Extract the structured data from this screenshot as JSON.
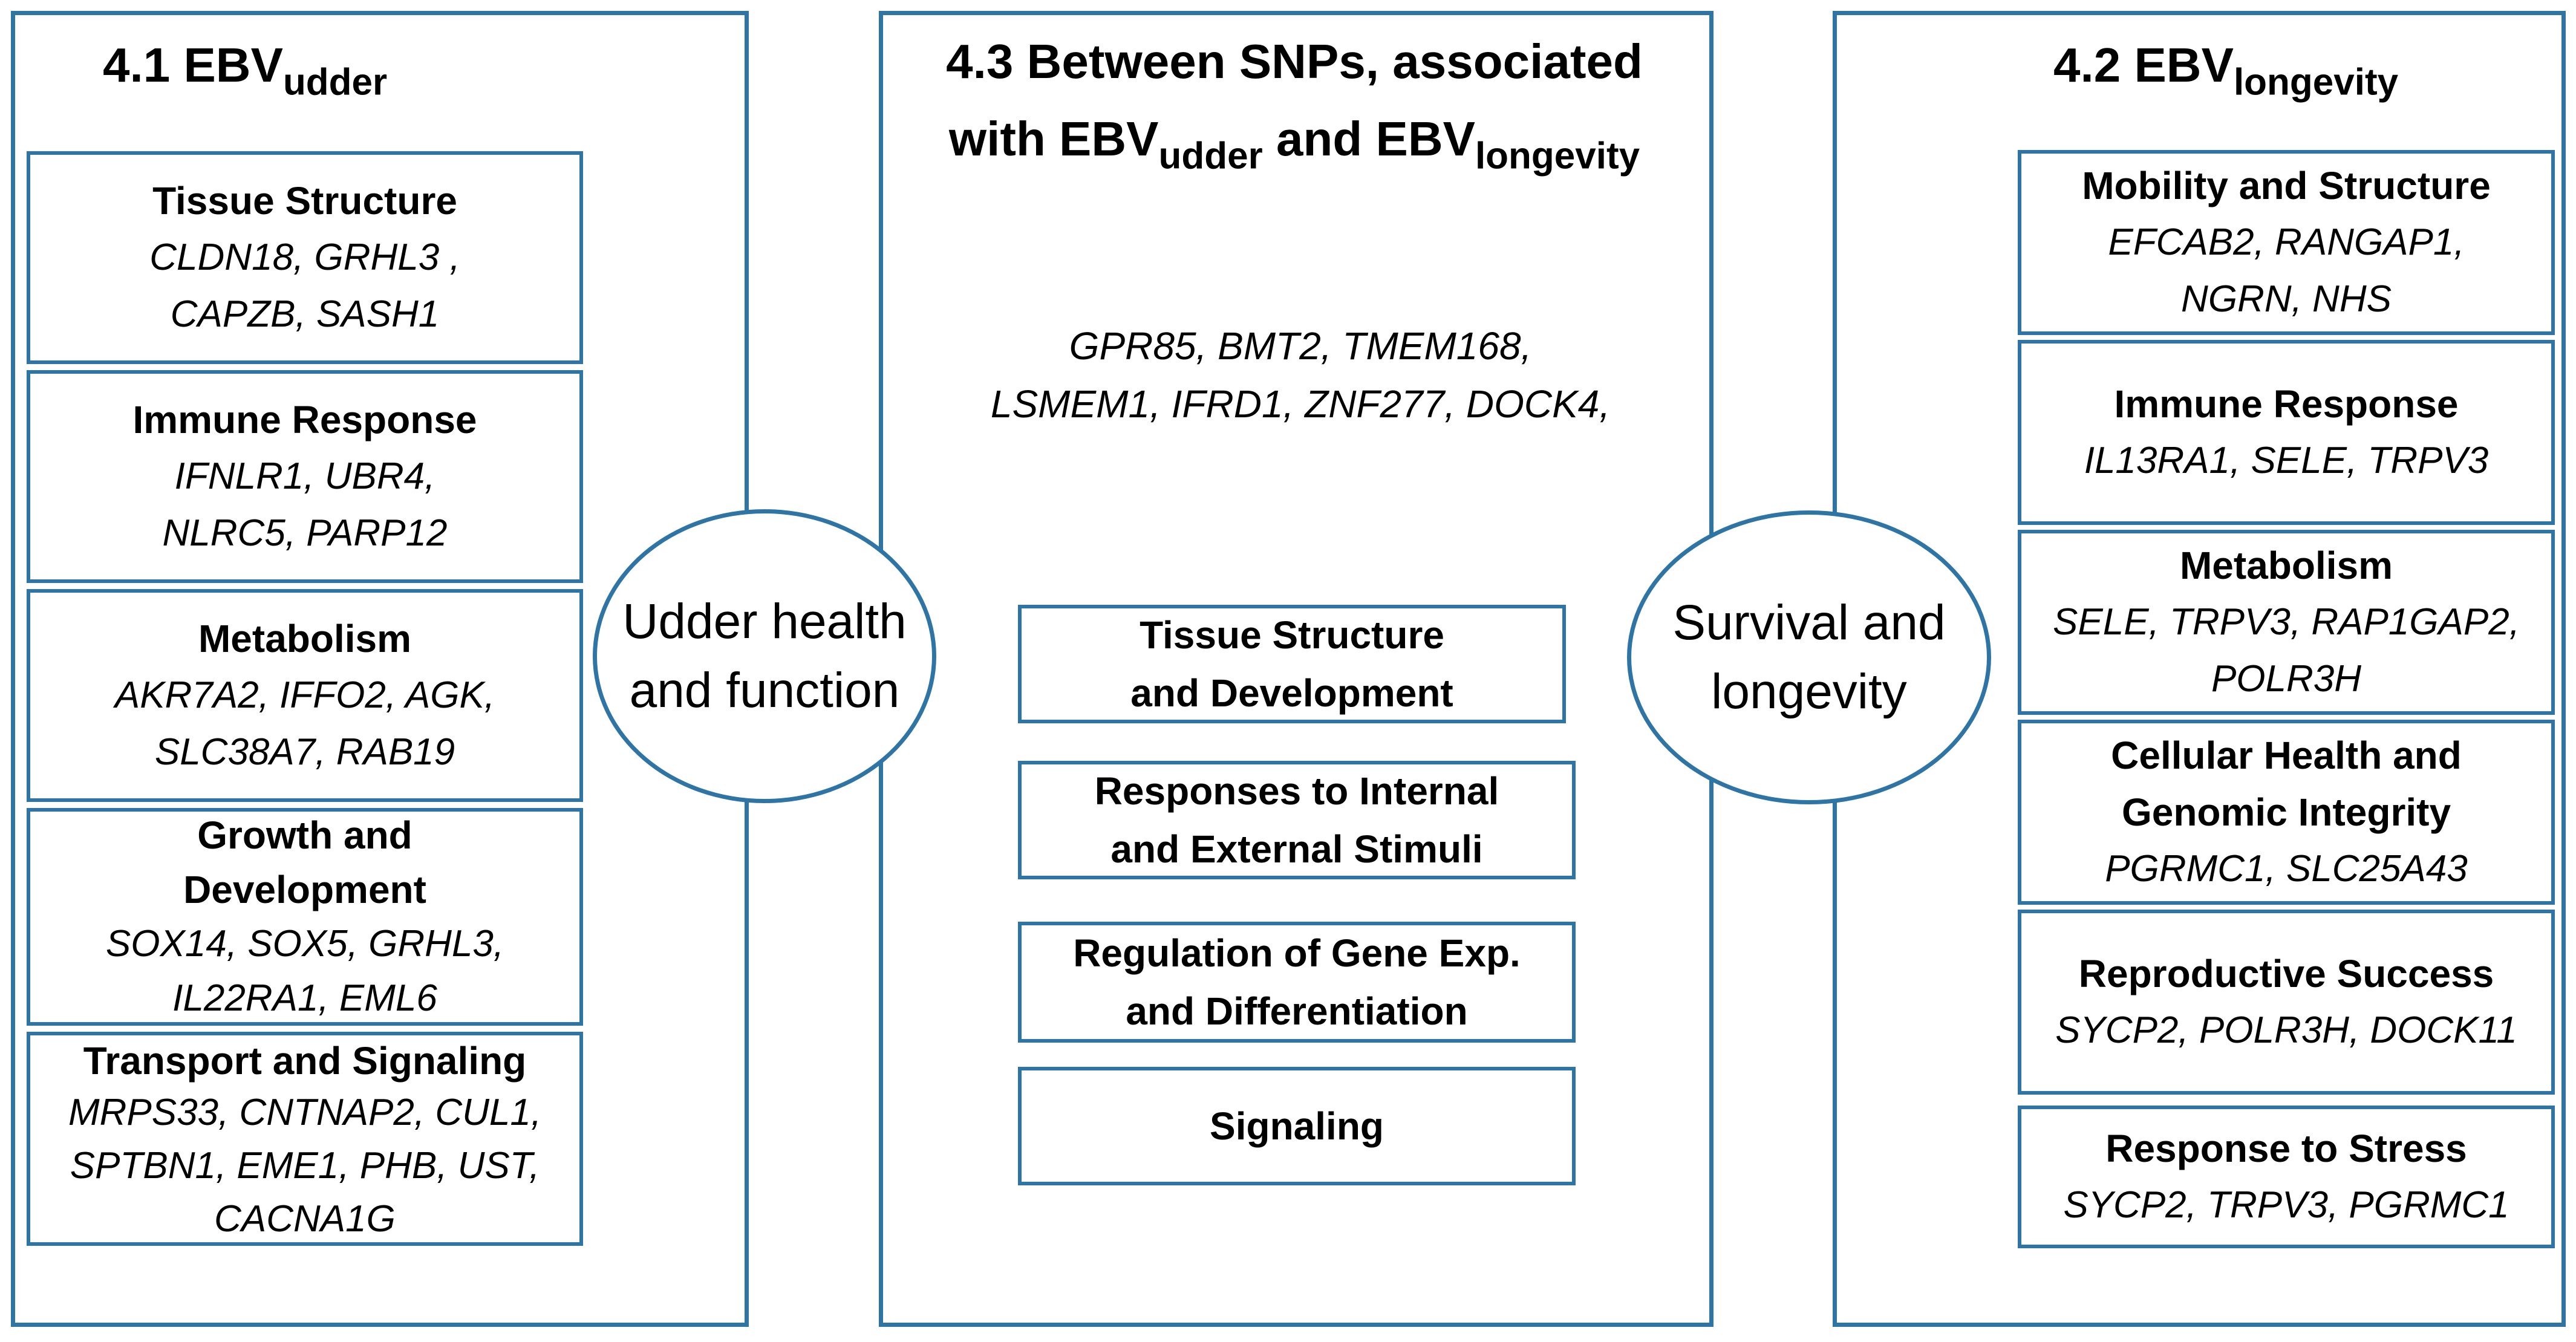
{
  "left_panel": {
    "title_main": "4.1 EBV",
    "title_sub": "udder",
    "boxes": [
      {
        "title": "Tissue Structure",
        "genes": [
          "CLDN18, GRHL3 ,",
          "CAPZB, SASH1"
        ]
      },
      {
        "title": "Immune Response",
        "genes": [
          "IFNLR1, UBR4,",
          "NLRC5, PARP12"
        ]
      },
      {
        "title": "Metabolism",
        "genes": [
          "AKR7A2, IFFO2, AGK,",
          "SLC38A7, RAB19"
        ]
      },
      {
        "title": "Growth and",
        "title2": "Development",
        "genes": [
          "SOX14, SOX5, GRHL3,",
          "IL22RA1, EML6"
        ]
      },
      {
        "title": "Transport and Signaling",
        "genes": [
          "MRPS33, CNTNAP2, CUL1,",
          "SPTBN1, EME1, PHB, UST,",
          "CACNA1G"
        ]
      }
    ]
  },
  "center_panel": {
    "title_line1": "4.3 Between SNPs, associated",
    "title_line2_a": "with EBV",
    "title_line2_sub1": "udder",
    "title_line2_b": " and EBV",
    "title_line2_sub2": "longevity",
    "genes": [
      "GPR85, BMT2, TMEM168,",
      "LSMEM1, IFRD1, ZNF277, DOCK4,"
    ],
    "boxes": [
      {
        "title": "Tissue Structure",
        "title2": "and Development"
      },
      {
        "title": "Responses to Internal",
        "title2": "and External Stimuli"
      },
      {
        "title": "Regulation of Gene Exp.",
        "title2": "and Differentiation"
      },
      {
        "title": "Signaling"
      }
    ]
  },
  "right_panel": {
    "title_main": "4.2 EBV",
    "title_sub": "longevity",
    "boxes": [
      {
        "title": "Mobility and Structure",
        "genes": [
          "EFCAB2, RANGAP1,",
          "NGRN, NHS"
        ]
      },
      {
        "title": "Immune Response",
        "genes": [
          "IL13RA1, SELE, TRPV3"
        ]
      },
      {
        "title": "Metabolism",
        "genes": [
          "SELE, TRPV3, RAP1GAP2,",
          "POLR3H"
        ]
      },
      {
        "title": "Cellular Health and",
        "title2": "Genomic Integrity",
        "genes": [
          "PGRMC1, SLC25A43"
        ]
      },
      {
        "title": "Reproductive Success",
        "genes": [
          "SYCP2, POLR3H, DOCK11"
        ]
      },
      {
        "title": "Response to Stress",
        "genes": [
          "SYCP2, TRPV3, PGRMC1"
        ]
      }
    ]
  },
  "ellipses": {
    "left": [
      "Udder health",
      "and function"
    ],
    "right": [
      "Survival and",
      "longevity"
    ]
  },
  "colors": {
    "border": "#2e75a6"
  }
}
